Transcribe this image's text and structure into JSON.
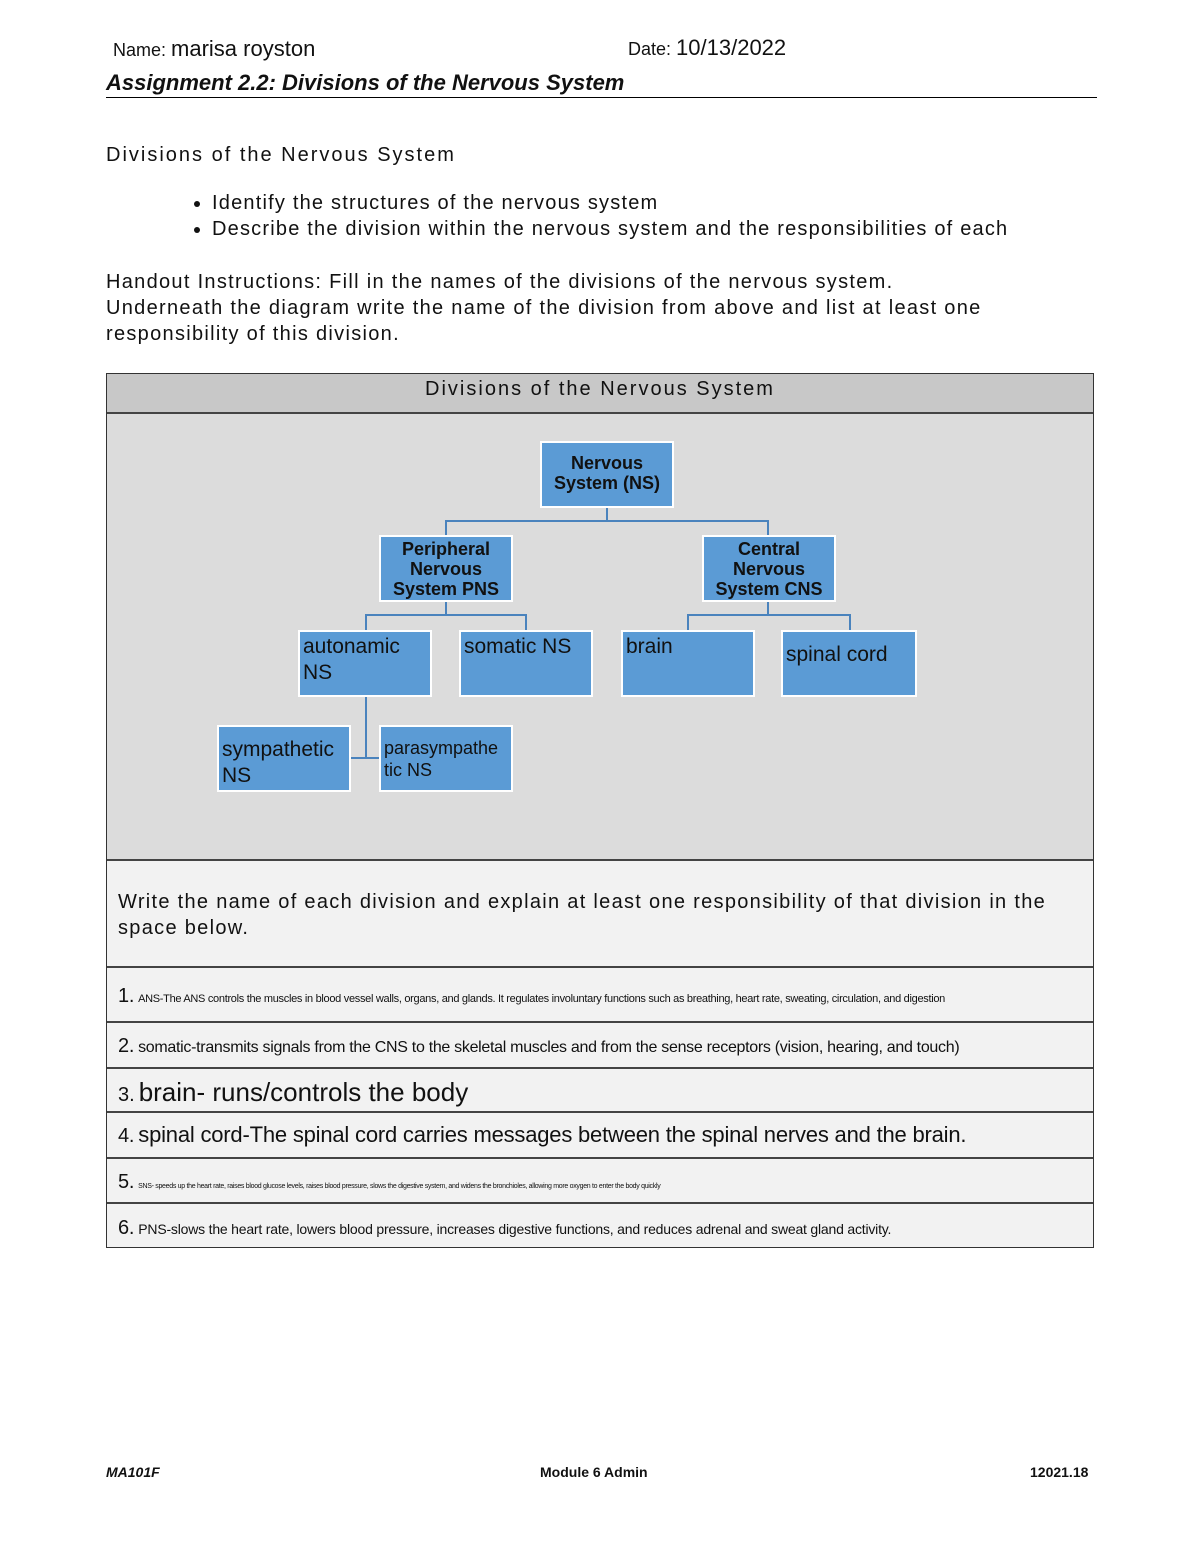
{
  "header": {
    "name_label": "Name:",
    "name_value": "marisa royston",
    "date_label": "Date:",
    "date_value": "10/13/2022"
  },
  "title": "Assignment 2.2: Divisions of the Nervous System",
  "section_heading": "Divisions of the Nervous System",
  "bullets": [
    "Identify the structures of the nervous system",
    "Describe the division within the nervous system and the responsibilities of each"
  ],
  "instructions": [
    "Handout Instructions: Fill in the names of the divisions of the nervous system.",
    "Underneath the diagram write the name of the division from above and list at least one",
    "responsibility of this division."
  ],
  "table": {
    "heading": "Divisions of the Nervous System",
    "diagram": {
      "root": "Nervous System (NS)",
      "pns": "Peripheral Nervous System PNS",
      "cns": "Central Nervous System CNS",
      "autonomic": "autonamic NS",
      "somatic": "somatic NS",
      "brain": "brain",
      "spinal": "spinal cord",
      "sympathetic": "sympathetic NS",
      "parasympathetic": "parasympathe tic NS"
    },
    "prompt": "Write the name of each division and explain at least one responsibility of that division in the space below.",
    "answers": [
      {
        "num": "1.",
        "text": "ANS-The ANS controls the muscles in blood vessel walls, organs, and glands. It regulates involuntary functions such as breathing, heart rate, sweating, circulation, and digestion"
      },
      {
        "num": "2.",
        "text": "somatic-transmits signals from the CNS to the skeletal muscles and from the sense receptors (vision, hearing, and touch)"
      },
      {
        "num": "3.",
        "text": "brain- runs/controls the body"
      },
      {
        "num": "4.",
        "text": "spinal cord-The spinal cord carries messages between the spinal nerves and the brain."
      },
      {
        "num": "5.",
        "text": "SNS- speeds up the heart rate, raises blood glucose levels, raises blood pressure, slows the digestive system, and widens the bronchioles, allowing more oxygen to enter the body quickly"
      },
      {
        "num": "6.",
        "text": "PNS-slows the heart rate, lowers blood pressure, increases digestive functions, and reduces adrenal and sweat gland activity."
      }
    ]
  },
  "footer": {
    "left": "MA101F",
    "center": "Module 6 Admin",
    "right": "12021.18"
  },
  "colors": {
    "box": "#5b9bd5",
    "connector": "#4a83bd",
    "header_bg": "#c8c8c8",
    "diagram_bg": "#dcdcdc"
  }
}
